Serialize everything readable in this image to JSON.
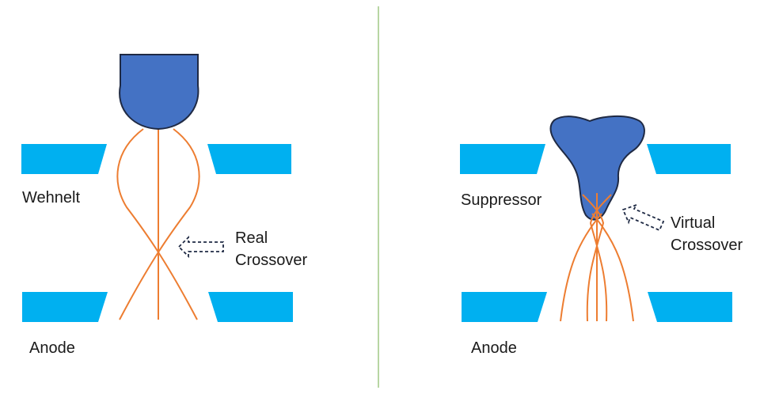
{
  "left_panel": {
    "top_electrode_label": "Wehnelt",
    "bottom_electrode_label": "Anode",
    "crossover_label_line1": "Real",
    "crossover_label_line2": "Crossover"
  },
  "right_panel": {
    "top_electrode_label": "Suppressor",
    "bottom_electrode_label": "Anode",
    "crossover_label_line1": "Virtual",
    "crossover_label_line2": "Crossover"
  },
  "colors": {
    "emitter_fill": "#4472C4",
    "emitter_stroke": "#1F2A44",
    "electrode": "#00B0F0",
    "beam": "#ED7D31",
    "arrow_stroke": "#1F2A44",
    "divider": "#70AD47"
  },
  "icons": {
    "left_arrow": "dashed-left-arrow-icon",
    "right_arrow": "dashed-diagonal-arrow-icon"
  }
}
